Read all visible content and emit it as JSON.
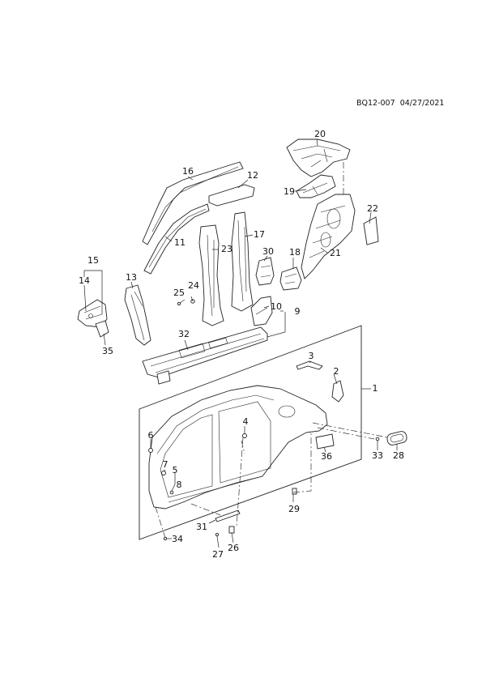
{
  "header": {
    "code": "BQ12-007",
    "date": "04/27/2021"
  },
  "callouts": [
    {
      "id": "c1",
      "text": "1"
    },
    {
      "id": "c2",
      "text": "2"
    },
    {
      "id": "c3",
      "text": "3"
    },
    {
      "id": "c4",
      "text": "4"
    },
    {
      "id": "c5",
      "text": "5"
    },
    {
      "id": "c6",
      "text": "6"
    },
    {
      "id": "c7",
      "text": "7"
    },
    {
      "id": "c8",
      "text": "8"
    },
    {
      "id": "c9",
      "text": "9"
    },
    {
      "id": "c10",
      "text": "10"
    },
    {
      "id": "c11",
      "text": "11"
    },
    {
      "id": "c12",
      "text": "12"
    },
    {
      "id": "c13",
      "text": "13"
    },
    {
      "id": "c14",
      "text": "14"
    },
    {
      "id": "c15",
      "text": "15"
    },
    {
      "id": "c16",
      "text": "16"
    },
    {
      "id": "c17",
      "text": "17"
    },
    {
      "id": "c18",
      "text": "18"
    },
    {
      "id": "c19",
      "text": "19"
    },
    {
      "id": "c20",
      "text": "20"
    },
    {
      "id": "c21",
      "text": "21"
    },
    {
      "id": "c22",
      "text": "22"
    },
    {
      "id": "c23",
      "text": "23"
    },
    {
      "id": "c24",
      "text": "24"
    },
    {
      "id": "c25",
      "text": "25"
    },
    {
      "id": "c26",
      "text": "26"
    },
    {
      "id": "c27",
      "text": "27"
    },
    {
      "id": "c28",
      "text": "28"
    },
    {
      "id": "c29",
      "text": "29"
    },
    {
      "id": "c30",
      "text": "30"
    },
    {
      "id": "c31",
      "text": "31"
    },
    {
      "id": "c32",
      "text": "32"
    },
    {
      "id": "c33",
      "text": "33"
    },
    {
      "id": "c34",
      "text": "34"
    },
    {
      "id": "c35",
      "text": "35"
    },
    {
      "id": "c36",
      "text": "36"
    }
  ]
}
